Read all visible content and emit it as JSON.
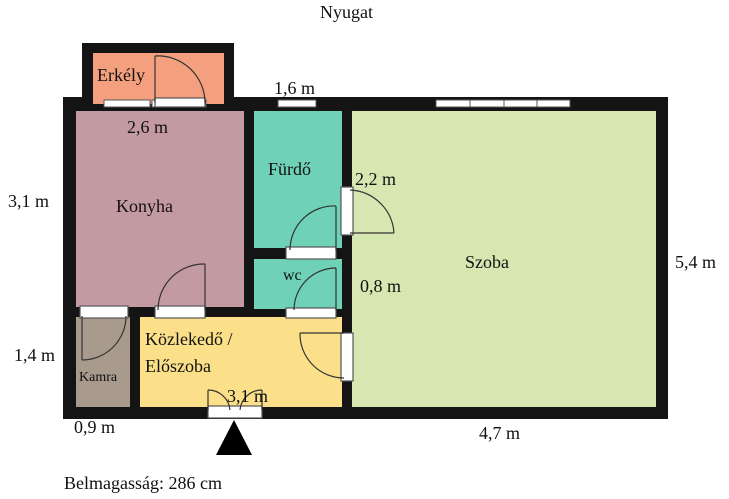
{
  "orientation": "Nyugat",
  "ceiling_height": "Belmagasság: 286 cm",
  "colors": {
    "wall": "#141414",
    "erkely": "#f4a07e",
    "konyha": "#c49aa2",
    "furdo": "#6fd1b6",
    "wc": "#6fd1b6",
    "szoba": "#d6e7b2",
    "kamra": "#a89b8e",
    "kozlekedo": "#fbe089"
  },
  "rooms": {
    "erkely": "Erkély",
    "konyha": "Konyha",
    "furdo": "Fürdő",
    "wc": "wc",
    "szoba": "Szoba",
    "kamra": "Kamra",
    "kozlekedo_line1": "Közlekedő /",
    "kozlekedo_line2": "Előszoba"
  },
  "dimensions": {
    "furdo_width": "1,6 m",
    "konyha_width": "2,6 m",
    "konyha_height": "3,1 m",
    "furdo_height": "2,2 m",
    "wc_height": "0,8 m",
    "szoba_height": "5,4 m",
    "kamra_height": "1,4 m",
    "kozlekedo_width": "3,1 m",
    "kamra_width": "0,9 m",
    "szoba_width": "4,7 m"
  }
}
